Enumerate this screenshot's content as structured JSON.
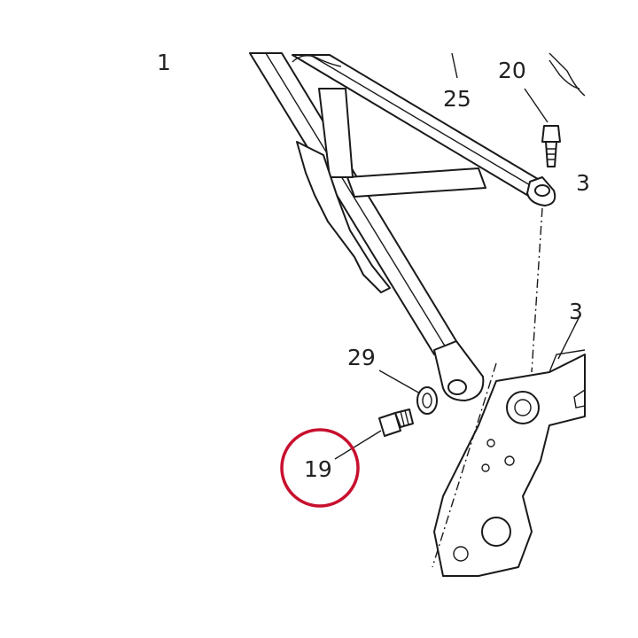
{
  "diagram": {
    "labels": {
      "p1": "1",
      "p25": "25",
      "p20": "20",
      "p3a": "3",
      "p3b": "3",
      "p29": "29",
      "p19": "19"
    },
    "highlight_color": "#c8102e",
    "line_color": "#1a1a1a"
  }
}
